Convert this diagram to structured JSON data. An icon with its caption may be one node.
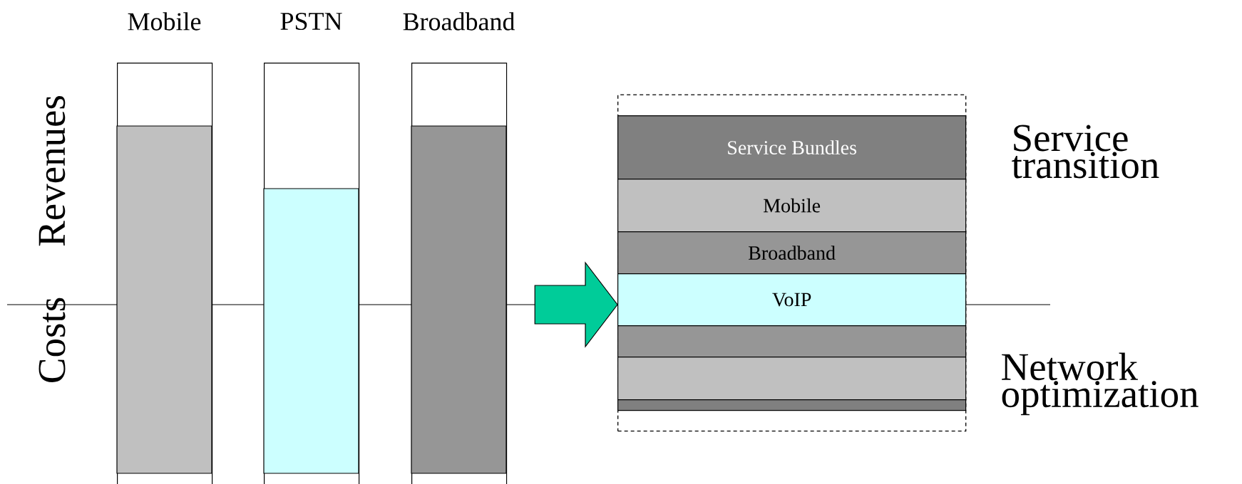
{
  "diagram": {
    "nodes": [
      {
        "text": [
          "Mobile"
        ]
      },
      {
        "text": [
          "PSTN"
        ]
      },
      {
        "text": [
          "Broadband"
        ]
      },
      {
        "text": [],
        "shape": "box"
      },
      {
        "text": [
          "Service Bundles"
        ],
        "in": 3
      },
      {
        "text": [
          "Mobile"
        ],
        "in": 3
      },
      {
        "text": [
          "Broadband"
        ],
        "in": 3
      },
      {
        "text": [
          "VoIP"
        ],
        "in": 3
      },
      {
        "text": [],
        "shape": "bar",
        "in": 3
      },
      {
        "text": [],
        "shape": "bar",
        "in": 3
      },
      {
        "text": [],
        "shape": "bar",
        "in": 3
      }
    ],
    "edges": [
      {
        "from": 2,
        "to": 3,
        "arrow": "to"
      }
    ],
    "labels": [
      "Revenues",
      "Costs",
      "Service transition",
      "Network optimization"
    ]
  }
}
